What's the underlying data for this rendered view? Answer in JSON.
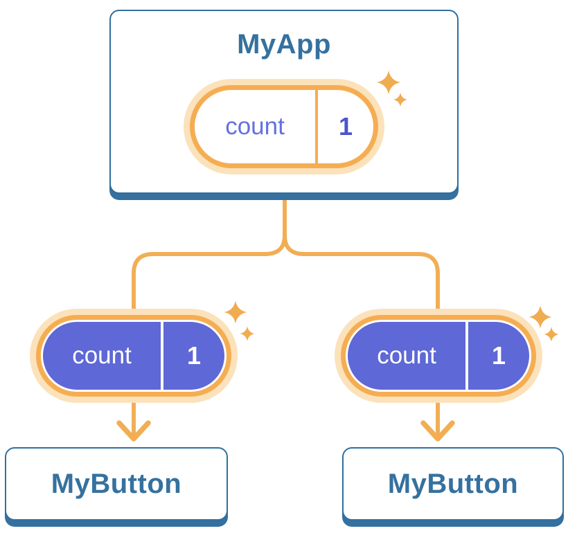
{
  "diagram": {
    "root": {
      "title": "MyApp",
      "state": {
        "name": "count",
        "value": "1"
      }
    },
    "children": [
      {
        "title": "MyButton",
        "prop": {
          "name": "count",
          "value": "1"
        }
      },
      {
        "title": "MyButton",
        "prop": {
          "name": "count",
          "value": "1"
        }
      }
    ]
  },
  "icons": {
    "sparkle": "sparkle-icon (four-point star, orange)",
    "arrow": "arrow-down-icon (orange chevron arrow)"
  },
  "colors": {
    "blue-text": "#35719F",
    "blue-border": "#2F6FA0",
    "blue-shadow": "#35709F",
    "orange-line": "#F2AE54",
    "orange-ring": "#F5AD52",
    "orange-halo": "#FBE2BB",
    "sparkle": "#F0AC50",
    "indigo-text": "#6470E0",
    "indigo-value": "#4A54CC",
    "purple-fill": "#5E68D6"
  }
}
